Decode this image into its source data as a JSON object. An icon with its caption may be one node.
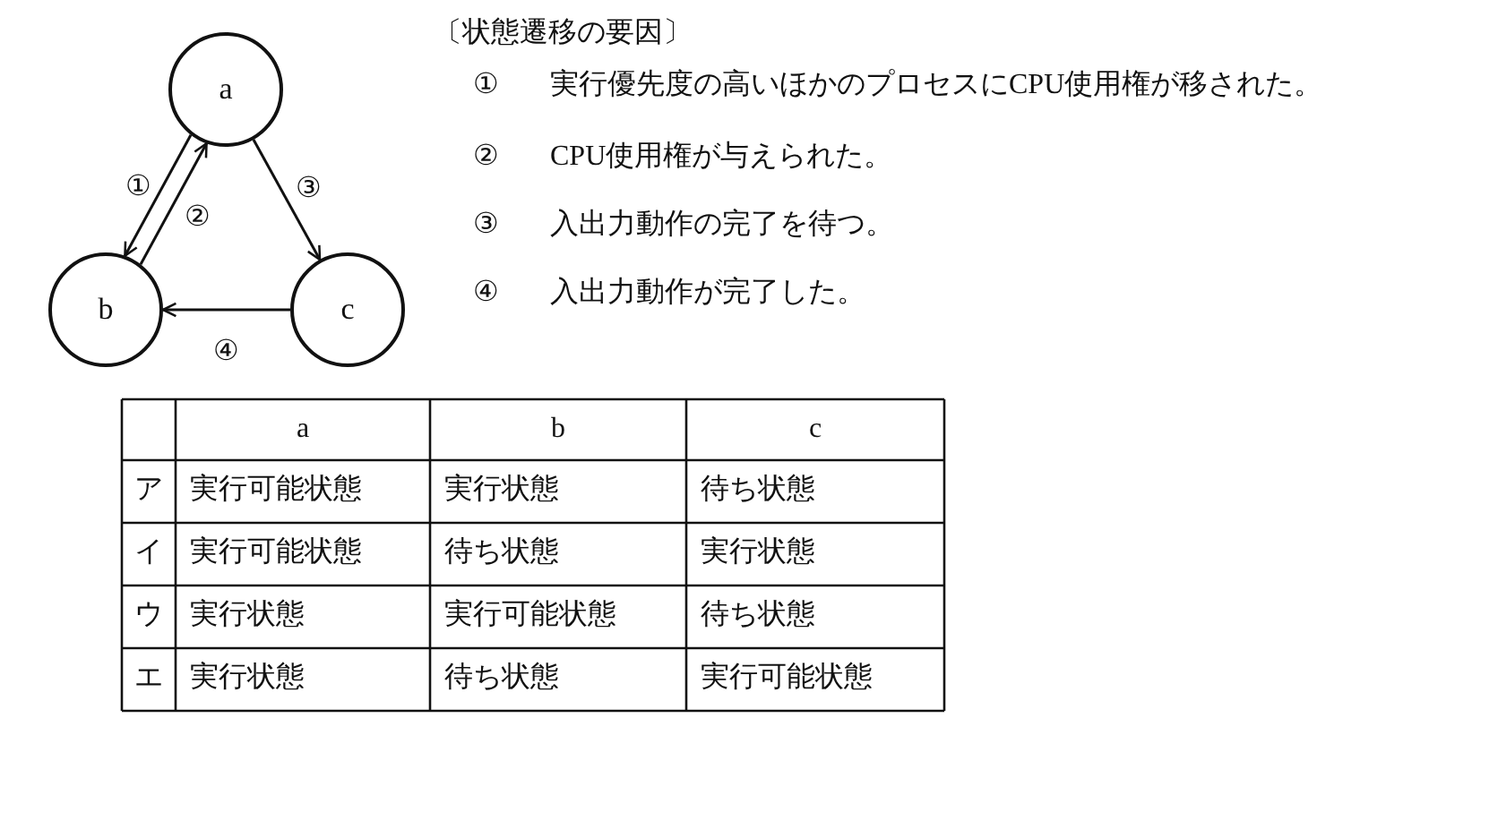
{
  "diagram": {
    "nodes": [
      {
        "text": [
          "a"
        ]
      },
      {
        "text": [
          "b"
        ]
      },
      {
        "text": [
          "c"
        ]
      }
    ],
    "edges": [
      {
        "from": 0,
        "to": 1,
        "arrow": "to",
        "label": "①"
      },
      {
        "from": 1,
        "to": 0,
        "arrow": "to",
        "label": "②"
      },
      {
        "from": 0,
        "to": 2,
        "arrow": "to",
        "label": "③"
      },
      {
        "from": 2,
        "to": 1,
        "arrow": "to",
        "label": "④"
      }
    ],
    "labels": [
      "〔状態遷移の要因〕",
      "①",
      "実行優先度の高いほかのプロセスにCPU使用権が移された。",
      "②",
      "CPU使用権が与えられた。",
      "③",
      "入出力動作の完了を待つ。",
      "④",
      "入出力動作が完了した。",
      "a",
      "b",
      "c",
      "ア",
      "実行可能状態",
      "実行状態",
      "待ち状態",
      "イ",
      "実行可能状態",
      "待ち状態",
      "実行状態",
      "ウ",
      "実行状態",
      "実行可能状態",
      "待ち状態",
      "エ",
      "実行状態",
      "待ち状態",
      "実行可能状態"
    ]
  }
}
